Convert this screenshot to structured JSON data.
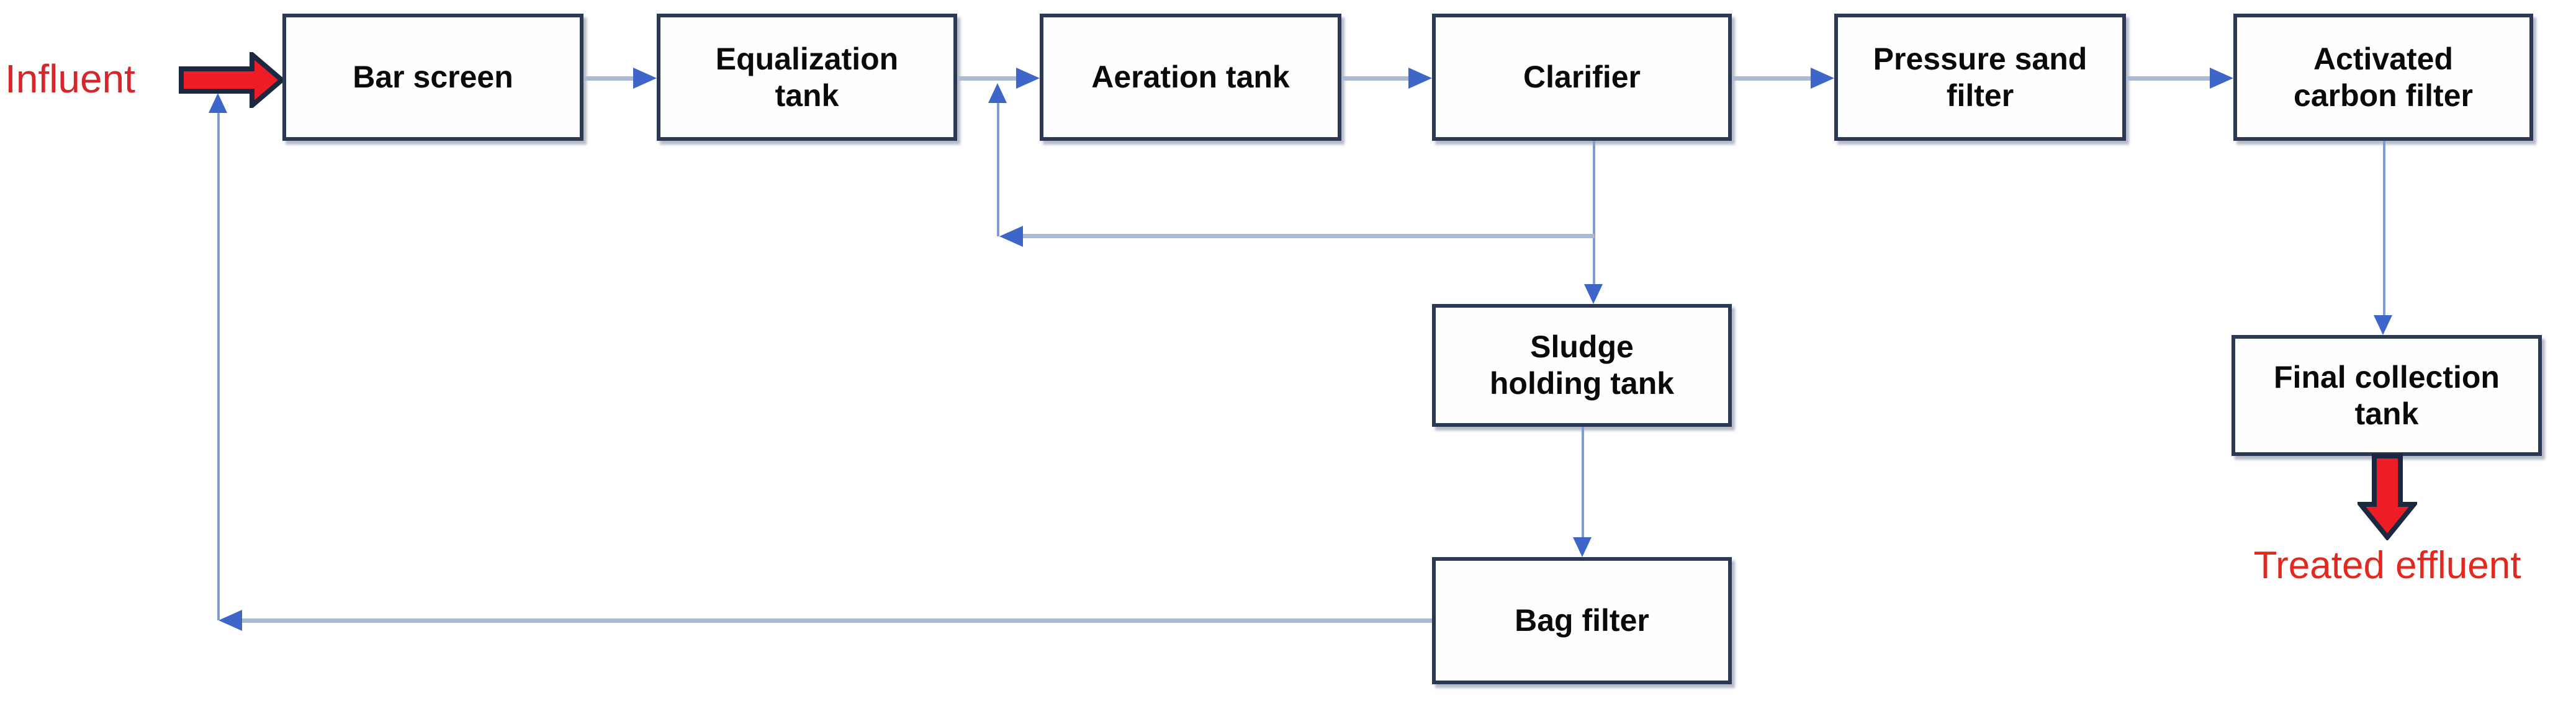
{
  "diagram": {
    "kind": "process-flow-diagram",
    "subject": "wastewater treatment train",
    "nodes": [
      {
        "id": "bar_screen",
        "label": "Bar screen"
      },
      {
        "id": "equalization_tank",
        "label": "Equalization\ntank"
      },
      {
        "id": "aeration_tank",
        "label": "Aeration tank"
      },
      {
        "id": "clarifier",
        "label": "Clarifier"
      },
      {
        "id": "pressure_sand_filter",
        "label": "Pressure sand\nfilter"
      },
      {
        "id": "activated_carbon_filter",
        "label": "Activated\ncarbon filter"
      },
      {
        "id": "sludge_holding_tank",
        "label": "Sludge\nholding tank"
      },
      {
        "id": "bag_filter",
        "label": "Bag filter"
      },
      {
        "id": "final_collection_tank",
        "label": "Final collection\ntank"
      }
    ],
    "labels": {
      "influent": "Influent",
      "treated_effluent": "Treated effluent"
    },
    "edges": [
      {
        "from": "influent",
        "to": "bar_screen",
        "style": "red-block-arrow"
      },
      {
        "from": "bar_screen",
        "to": "equalization_tank",
        "style": "blue-arrow"
      },
      {
        "from": "equalization_tank",
        "to": "aeration_tank",
        "style": "blue-arrow"
      },
      {
        "from": "aeration_tank",
        "to": "clarifier",
        "style": "blue-arrow"
      },
      {
        "from": "clarifier",
        "to": "pressure_sand_filter",
        "style": "blue-arrow"
      },
      {
        "from": "pressure_sand_filter",
        "to": "activated_carbon_filter",
        "style": "blue-arrow"
      },
      {
        "from": "activated_carbon_filter",
        "to": "final_collection_tank",
        "style": "blue-arrow"
      },
      {
        "from": "final_collection_tank",
        "to": "treated_effluent",
        "style": "red-block-arrow"
      },
      {
        "from": "clarifier",
        "to": "sludge_holding_tank",
        "style": "blue-arrow"
      },
      {
        "from": "clarifier",
        "to": "aeration_tank",
        "style": "blue-return-loop"
      },
      {
        "from": "sludge_holding_tank",
        "to": "bag_filter",
        "style": "blue-arrow"
      },
      {
        "from": "bag_filter",
        "to": "bar_screen",
        "style": "blue-return-loop"
      }
    ],
    "colors": {
      "box_border": "#2b3a52",
      "box_fill": "#fefefe",
      "connector_thick": "#a9bad7",
      "connector_thin": "#7f9cd3",
      "arrowhead": "#3e65c8",
      "red_arrow_fill": "#ee1c25",
      "red_arrow_outline": "#1c2840",
      "influent_text": "#d5262b",
      "effluent_text": "#e32820",
      "box_label_text": "#0a0a0a"
    }
  }
}
